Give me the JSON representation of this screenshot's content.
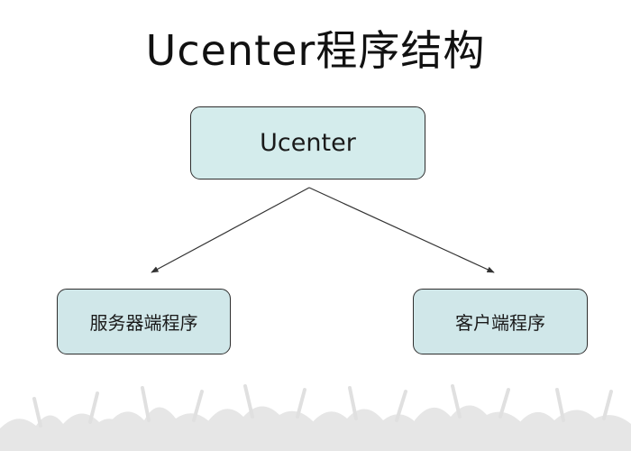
{
  "title": "Ucenter程序结构",
  "nodes": {
    "root": {
      "label": "Ucenter"
    },
    "left": {
      "label": "服务器端程序"
    },
    "right": {
      "label": "客户端程序"
    }
  },
  "colors": {
    "node_fill": "#d4ecec",
    "node_border": "#2e2e2e",
    "arrow": "#333333",
    "background_crowd": "#e6e6e6"
  }
}
